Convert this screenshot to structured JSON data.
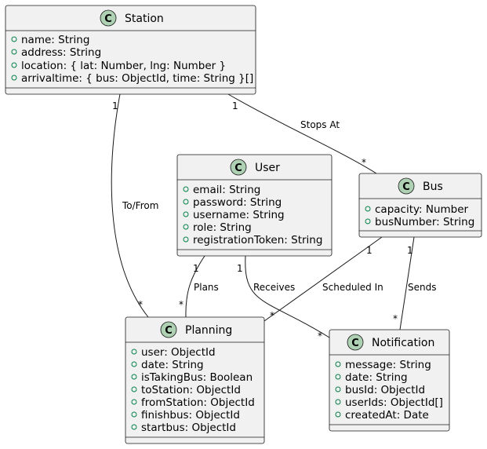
{
  "classes": {
    "station": {
      "stereotype_letter": "C",
      "name": "Station",
      "attributes": [
        "name: String",
        "address: String",
        "location: { lat: Number, lng: Number }",
        "arrivaltime: { bus: ObjectId, time: String }[]"
      ]
    },
    "user": {
      "stereotype_letter": "C",
      "name": "User",
      "attributes": [
        "email: String",
        "password: String",
        "username: String",
        "role: String",
        "registrationToken: String"
      ]
    },
    "bus": {
      "stereotype_letter": "C",
      "name": "Bus",
      "attributes": [
        "capacity: Number",
        "busNumber: String"
      ]
    },
    "planning": {
      "stereotype_letter": "C",
      "name": "Planning",
      "attributes": [
        "user: ObjectId",
        "date: String",
        "isTakingBus: Boolean",
        "toStation: ObjectId",
        "fromStation: ObjectId",
        "finishbus: ObjectId",
        "startbus: ObjectId"
      ]
    },
    "notification": {
      "stereotype_letter": "C",
      "name": "Notification",
      "attributes": [
        "message: String",
        "date: String",
        "busId: ObjectId",
        "userIds: ObjectId[]",
        "createdAt: Date"
      ]
    }
  },
  "relations": {
    "station_bus": {
      "label": "Stops At",
      "from_mult": "1",
      "to_mult": "*"
    },
    "station_planning": {
      "label": "To/From",
      "from_mult": "1",
      "to_mult": "*"
    },
    "user_planning": {
      "label": "Plans",
      "from_mult": "1",
      "to_mult": "*"
    },
    "user_notification": {
      "label": "Receives",
      "from_mult": "1",
      "to_mult": "*"
    },
    "bus_planning": {
      "label": "Scheduled In",
      "from_mult": "1",
      "to_mult": "*"
    },
    "bus_notification": {
      "label": "Sends",
      "from_mult": "1",
      "to_mult": "*"
    }
  },
  "colors": {
    "class_fill": "#f1f1f1",
    "class_stroke": "#181818",
    "class_icon": "#add1b2",
    "visibility_bullet": "#038048"
  }
}
